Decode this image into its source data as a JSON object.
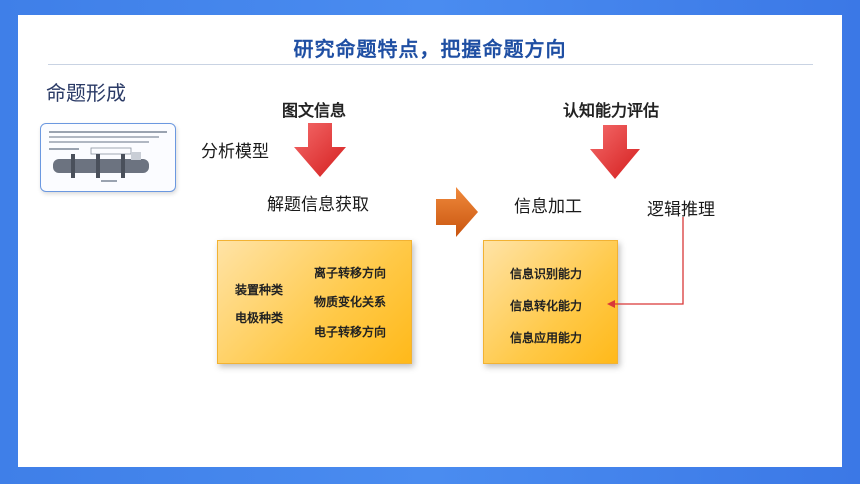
{
  "title": "研究命题特点，把握命题方向",
  "section_label": "命题形成",
  "labels": {
    "graphic_info": "图文信息",
    "cognitive_eval": "认知能力评估",
    "analysis_model": "分析模型",
    "problem_info": "解题信息获取",
    "info_processing": "信息加工",
    "logic_reasoning": "逻辑推理"
  },
  "left_box": {
    "items_left": [
      "装置种类",
      "电极种类"
    ],
    "items_right": [
      "离子转移方向",
      "物质变化关系",
      "电子转移方向"
    ]
  },
  "right_box": {
    "items": [
      "信息识别能力",
      "信息转化能力",
      "信息应用能力"
    ]
  },
  "colors": {
    "title": "#1f4fa3",
    "down_arrow": "#e53030",
    "right_arrow": "#d9601a",
    "box_fill": "#ffc948",
    "connector": "#d93838"
  }
}
